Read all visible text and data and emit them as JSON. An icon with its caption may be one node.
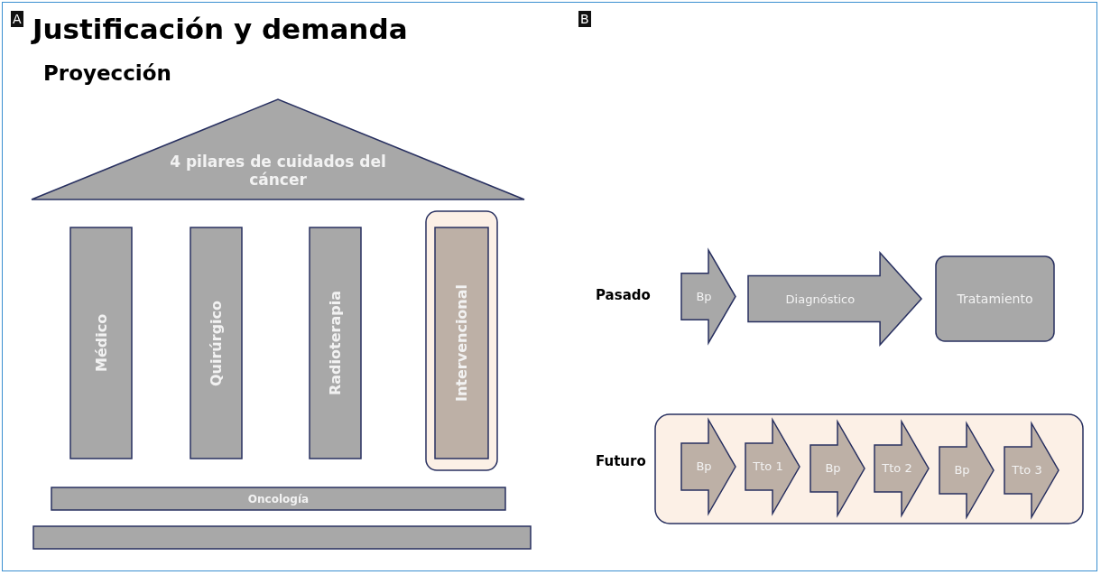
{
  "diagram": {
    "title": "Justificación y demanda",
    "nodes": [
      {
        "text": [
          "4 pilares de cuidados del cáncer"
        ]
      },
      {
        "text": [
          "Médico"
        ]
      },
      {
        "text": [
          "Quirúrgico"
        ]
      },
      {
        "text": [
          "Radioterapia"
        ]
      },
      {
        "text": [],
        "shape": "box"
      },
      {
        "text": [
          "Intervencional"
        ],
        "in": 4
      },
      {
        "text": [
          "Oncología"
        ]
      },
      {
        "text": [],
        "shape": "bar"
      },
      {
        "text": [
          "Bp"
        ]
      },
      {
        "text": [
          "Diagnóstico"
        ]
      },
      {
        "text": [
          "Tratamiento"
        ]
      },
      {
        "text": [],
        "shape": "box"
      },
      {
        "text": [
          "Bp"
        ],
        "in": 11
      },
      {
        "text": [
          "Tto 1"
        ],
        "in": 11
      },
      {
        "text": [
          "Bp"
        ],
        "in": 11
      },
      {
        "text": [
          "Tto 2"
        ],
        "in": 11
      },
      {
        "text": [
          "Bp"
        ],
        "in": 11
      },
      {
        "text": [
          "Tto 3"
        ],
        "in": 11
      }
    ],
    "labels": [
      "A",
      "Proyección",
      "B",
      "Pasado",
      "Futuro"
    ]
  }
}
